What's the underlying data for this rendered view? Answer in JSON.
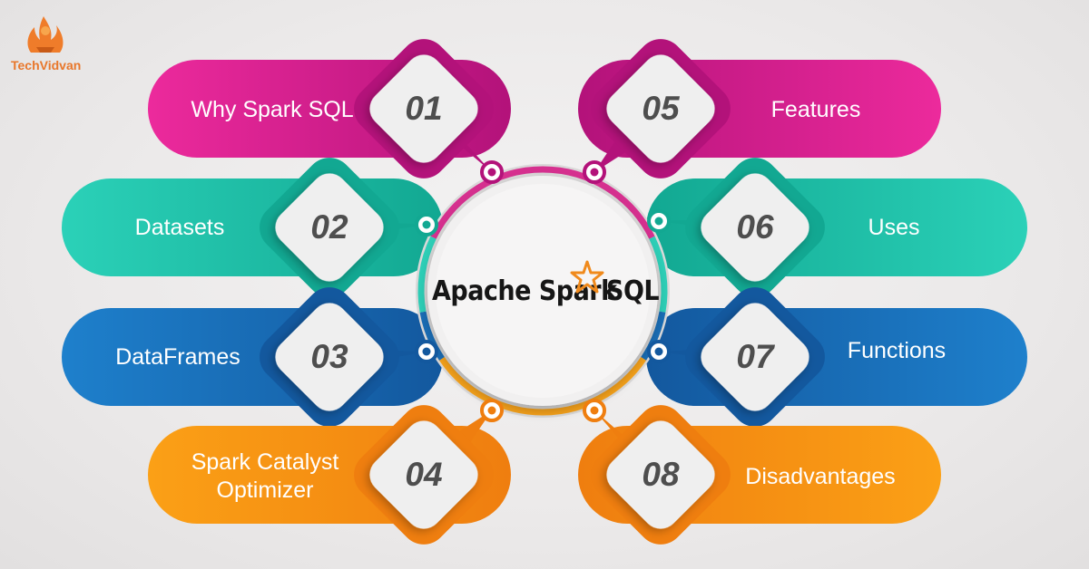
{
  "brand": {
    "name": "TechVidvan"
  },
  "title": {
    "part1": "Apache Spark",
    "part2": "SQL"
  },
  "items": [
    {
      "number": "01",
      "label": "Why Spark SQL",
      "color": "#ec2a9c",
      "dark": "#b3127a"
    },
    {
      "number": "02",
      "label": "Datasets",
      "color": "#2bd1b8",
      "dark": "#12a892"
    },
    {
      "number": "03",
      "label": "DataFrames",
      "color": "#1e80cc",
      "dark": "#13589e"
    },
    {
      "number": "04",
      "label": "Spark Catalyst\nOptimizer",
      "color": "#fba016",
      "dark": "#ef7e0f"
    },
    {
      "number": "05",
      "label": "Features",
      "color": "#ec2a9c",
      "dark": "#b3127a"
    },
    {
      "number": "06",
      "label": "Uses",
      "color": "#2bd1b8",
      "dark": "#12a892"
    },
    {
      "number": "07",
      "label": "Functions",
      "color": "#1e80cc",
      "dark": "#13589e"
    },
    {
      "number": "08",
      "label": "Disadvantages",
      "color": "#fba016",
      "dark": "#ef7e0f"
    }
  ]
}
